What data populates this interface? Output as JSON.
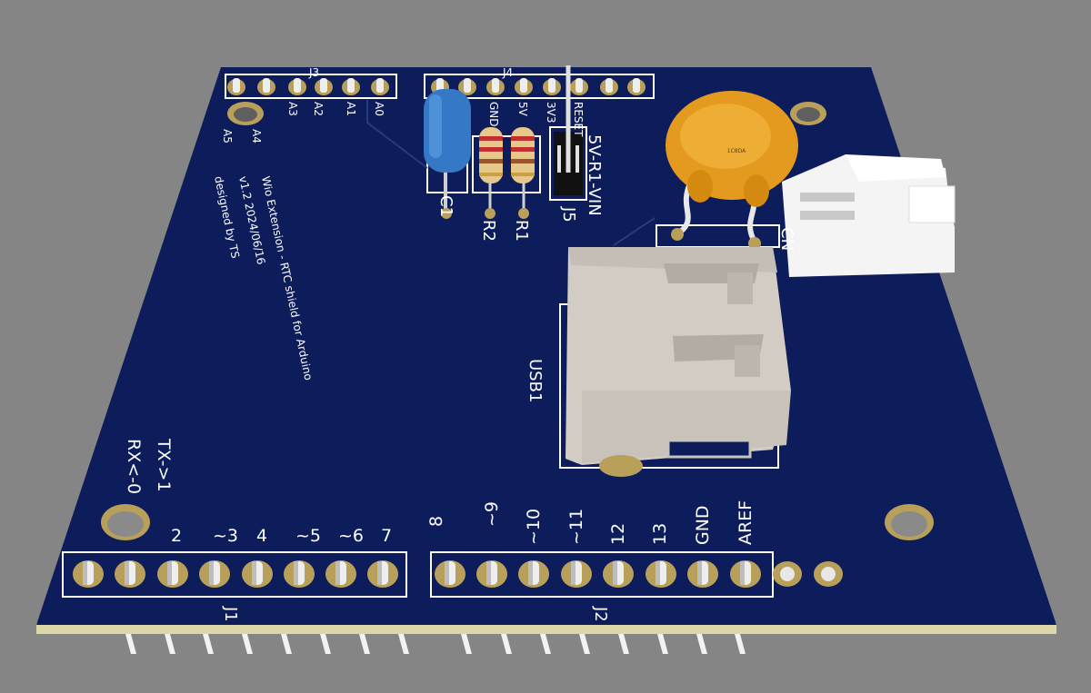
{
  "board": {
    "colors": {
      "background": "#858585",
      "pcb": "#0d1c5a",
      "edge": "#dcd7a6",
      "silk": "#ffffff",
      "pad": "#b8a05a",
      "hole": "#e8e8e8"
    },
    "description_lines": [
      "Wio Extension - RTC shield for Arduino",
      "v1.2 2024/06/16",
      "designed by TS"
    ]
  },
  "j1": {
    "ref": "J1",
    "labels": [
      "2",
      "~3",
      "4",
      "~5",
      "~6",
      "7"
    ],
    "serial_tx": "TX->1",
    "serial_rx": "RX<-0"
  },
  "j2": {
    "ref": "J2",
    "labels": [
      "8",
      "~9",
      "~10",
      "~11",
      "12",
      "13",
      "GND",
      "AREF"
    ]
  },
  "j3": {
    "ref": "J3",
    "labels": [
      "A3",
      "A2",
      "A1",
      "A0"
    ],
    "bottom_labels": [
      "A5",
      "A4"
    ]
  },
  "j4": {
    "ref": "J4",
    "labels": [
      "GND",
      "5V",
      "3V3",
      "RESET"
    ]
  },
  "components": {
    "c1": "C1",
    "r1": "R1",
    "r2": "R2",
    "j5": "J5",
    "j5_label": "5V-R1-VIN",
    "usb": "USB1",
    "cn": "CN",
    "cap_marking": "1C8DA"
  }
}
